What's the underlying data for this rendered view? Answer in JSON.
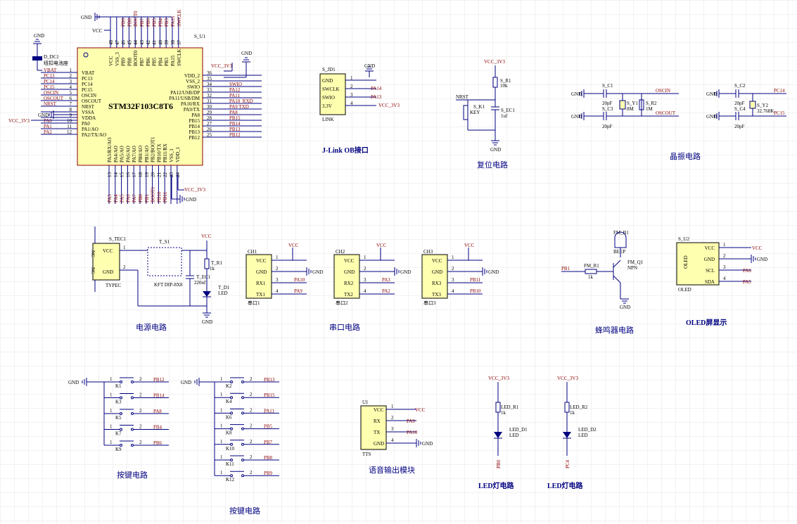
{
  "colors": {
    "grid": "#E4E4E4",
    "wire": "#000080",
    "component": "#FFFFB0",
    "net": "#8B0000"
  },
  "mcu": {
    "name": "STM32F103C8T6",
    "designator": "S_U1",
    "left_pins": [
      {
        "num": "1",
        "name": "VBAT",
        "net": "VBAT"
      },
      {
        "num": "2",
        "name": "PC13",
        "net": "PC13"
      },
      {
        "num": "3",
        "name": "PC14",
        "net": "PC14"
      },
      {
        "num": "4",
        "name": "PC15",
        "net": "PC15"
      },
      {
        "num": "5",
        "name": "OSCIN",
        "net": "OSCIN"
      },
      {
        "num": "6",
        "name": "OSCOUT",
        "net": "OSCOUT"
      },
      {
        "num": "7",
        "name": "NRST",
        "net": "NRST"
      },
      {
        "num": "8",
        "name": "VSSA",
        "net": "GND"
      },
      {
        "num": "9",
        "name": "VDDA",
        "net": "VCC_3V3"
      },
      {
        "num": "10",
        "name": "PA0",
        "net": "PA0"
      },
      {
        "num": "11",
        "name": "PA1/AO",
        "net": "PA1"
      },
      {
        "num": "12",
        "name": "PA2/TX/AO",
        "net": "PA2"
      }
    ],
    "right_pins": [
      {
        "num": "36",
        "name": "VDD_2",
        "net": "VCC_3V3"
      },
      {
        "num": "35",
        "name": "VSS_2",
        "net": ""
      },
      {
        "num": "34",
        "name": "SWIO",
        "net": "SWIO"
      },
      {
        "num": "33",
        "name": "PA12/USB/DP",
        "net": "PA12"
      },
      {
        "num": "32",
        "name": "PA11/USB/DM",
        "net": "PA11"
      },
      {
        "num": "31",
        "name": "PA10/RX",
        "net": "PA10_RXD"
      },
      {
        "num": "30",
        "name": "PA9/TX",
        "net": "PA9 TXD"
      },
      {
        "num": "29",
        "name": "PA8",
        "net": "PA8"
      },
      {
        "num": "28",
        "name": "PB15",
        "net": "PB15"
      },
      {
        "num": "27",
        "name": "PB14",
        "net": "PB14"
      },
      {
        "num": "26",
        "name": "PB13",
        "net": "PB13"
      },
      {
        "num": "25",
        "name": "PB12",
        "net": "PB12"
      }
    ],
    "top_pins": [
      {
        "num": "48",
        "name": "VCC",
        "net": "VCC"
      },
      {
        "num": "47",
        "name": "VSS_3",
        "net": "GND"
      },
      {
        "num": "46",
        "name": "PB9",
        "net": "PB9"
      },
      {
        "num": "45",
        "name": "PB8",
        "net": "PB8"
      },
      {
        "num": "44",
        "name": "BOOT0",
        "net": "BOOT0"
      },
      {
        "num": "43",
        "name": "PB7",
        "net": "PB7"
      },
      {
        "num": "42",
        "name": "PB6",
        "net": "PB6"
      },
      {
        "num": "41",
        "name": "PB5",
        "net": "PB5"
      },
      {
        "num": "40",
        "name": "PB4",
        "net": "PB4"
      },
      {
        "num": "39",
        "name": "PB3",
        "net": "PB3"
      },
      {
        "num": "38",
        "name": "PA15",
        "net": "PA15"
      },
      {
        "num": "37",
        "name": "SWCLK",
        "net": "SWCLK"
      }
    ],
    "bottom_pins": [
      {
        "num": "13",
        "name": "PA3/RX/AO",
        "net": "PA3"
      },
      {
        "num": "14",
        "name": "PA4/AO",
        "net": "PA4"
      },
      {
        "num": "15",
        "name": "PA5/AO",
        "net": "PA5"
      },
      {
        "num": "16",
        "name": "PA6/AO",
        "net": "PA6"
      },
      {
        "num": "17",
        "name": "PA7/AO",
        "net": "PA7"
      },
      {
        "num": "18",
        "name": "PB0/AO",
        "net": "PB0"
      },
      {
        "num": "19",
        "name": "PB1/AO",
        "net": "PB1"
      },
      {
        "num": "20",
        "name": "PB2/BOOT1",
        "net": "BOOT1"
      },
      {
        "num": "21",
        "name": "PB10/TX",
        "net": "PB10"
      },
      {
        "num": "22",
        "name": "PB11/RX",
        "net": "PB11"
      },
      {
        "num": "23",
        "name": "VSS_1",
        "net": "GND"
      },
      {
        "num": "24",
        "name": "VDD_1",
        "net": "VCC_3V3"
      }
    ]
  },
  "power": {
    "gnd": "GND",
    "vcc": "VCC",
    "vcc3v3": "VCC_3V3"
  },
  "battery": {
    "designator": "D_DC1",
    "label": "纽扣电池座"
  },
  "jlink": {
    "designator": "S_JD1",
    "footer": "LINK",
    "title": "J-Link OB接口",
    "pins": [
      {
        "num": "1",
        "name": "GND",
        "net": ""
      },
      {
        "num": "2",
        "name": "SWCLK",
        "net": "PA14"
      },
      {
        "num": "3",
        "name": "SWIO",
        "net": "PA13"
      },
      {
        "num": "4",
        "name": "3.3V",
        "net": "VCC_3V3"
      }
    ]
  },
  "reset": {
    "title": "复位电路",
    "vcc": "VCC_3V3",
    "nrst": "NRST",
    "r1": "S_R1",
    "r1v": "10k",
    "k1": "S_K1",
    "k1v": "KEY",
    "c1": "S_EC1",
    "c1v": "1uf",
    "gnd": "GND"
  },
  "crystal": {
    "title": "晶振电路",
    "c1": "S_C1",
    "c2": "S_C2",
    "c3": "S_C3",
    "c4": "S_C4",
    "c20": "20pF",
    "y1": "S_Y1",
    "y1v": "8M",
    "r2": "S_R2",
    "r2v": "1M",
    "y2": "S_Y2",
    "y2v": "32.768K",
    "oscin": "OSCIN",
    "oscout": "OSCOUT",
    "pc14": "PC14",
    "pc15": "PC15"
  },
  "power_circuit": {
    "title": "电源电路",
    "tec": "S_TEC1",
    "vcc_pin": "VCC",
    "gnd_pin": "GND",
    "nc": "NC",
    "typec": "TYPEC",
    "sw": "T_S1",
    "sw_type": "KFT DIP-8X8",
    "r1": "T_R1",
    "r1v": "1k",
    "ec": "T_EC1",
    "ecv": "220uf",
    "d1": "T_D1",
    "d1v": "LED"
  },
  "uart": {
    "title": "串口电路",
    "modules": [
      {
        "ch": "CH1",
        "foot": "串口1",
        "tx": "PA10",
        "rx": "PA9",
        "pins": [
          "VCC",
          "GND",
          "RX1",
          "TX1"
        ]
      },
      {
        "ch": "CH2",
        "foot": "串口2",
        "tx": "PA3",
        "rx": "PA2",
        "pins": [
          "VCC",
          "GND",
          "RX2",
          "TX2"
        ]
      },
      {
        "ch": "CH3",
        "foot": "串口3",
        "tx": "PB11",
        "rx": "PB10",
        "pins": [
          "VCC",
          "GND",
          "RX3",
          "TX3"
        ]
      }
    ]
  },
  "buzzer": {
    "title": "蜂鸣器电路",
    "fm": "FM_B1",
    "fmv": "BEEP",
    "r": "FM_R1",
    "rv": "1k",
    "q": "FM_Q1",
    "qv": "NPN",
    "net": "PB1"
  },
  "oled": {
    "title": "OLED屏显示",
    "designator": "S_U2",
    "body": "OLED",
    "foot": "OLED",
    "pins": [
      {
        "num": "1",
        "name": "VCC",
        "net": "VCC"
      },
      {
        "num": "2",
        "name": "GND",
        "net": "GND"
      },
      {
        "num": "3",
        "name": "SCL",
        "net": "PA6"
      },
      {
        "num": "4",
        "name": "SDA",
        "net": "PA5"
      }
    ]
  },
  "keys_left": {
    "title": "按键电路",
    "items": [
      {
        "k": "K1",
        "net": "PB12"
      },
      {
        "k": "K3",
        "net": "PB14"
      },
      {
        "k": "K5",
        "net": "PA8"
      },
      {
        "k": "K7",
        "net": "PB4"
      },
      {
        "k": "K9",
        "net": "PB6"
      }
    ]
  },
  "keys_right": {
    "title": "按键电路",
    "items": [
      {
        "k": "K2",
        "net": "PB13"
      },
      {
        "k": "K4",
        "net": "PB15"
      },
      {
        "k": "K6",
        "net": "PA11"
      },
      {
        "k": "K8",
        "net": "PB5"
      },
      {
        "k": "K10",
        "net": "PB7"
      },
      {
        "k": "K11",
        "net": "PB8"
      },
      {
        "k": "K12",
        "net": "PB9"
      }
    ]
  },
  "tts": {
    "title": "语音输出模块",
    "designator": "U1",
    "foot": "TTS",
    "pins": [
      {
        "num": "1",
        "name": "VCC",
        "net": "VCC"
      },
      {
        "num": "2",
        "name": "RX",
        "net": "PA9"
      },
      {
        "num": "3",
        "name": "TX",
        "net": "PA10"
      },
      {
        "num": "4",
        "name": "GND",
        "net": "GND"
      }
    ]
  },
  "led1": {
    "title": "LED灯电路",
    "vcc": "VCC_3V3",
    "r": "LED_R1",
    "rv": "1k",
    "d": "LED_D1",
    "dv": "LED",
    "net": "PB0"
  },
  "led2": {
    "title": "LED灯电路",
    "vcc": "VCC_3V3",
    "r": "LED_R2",
    "rv": "1k",
    "d": "LED_D2",
    "dv": "LED",
    "net": "PC4"
  }
}
